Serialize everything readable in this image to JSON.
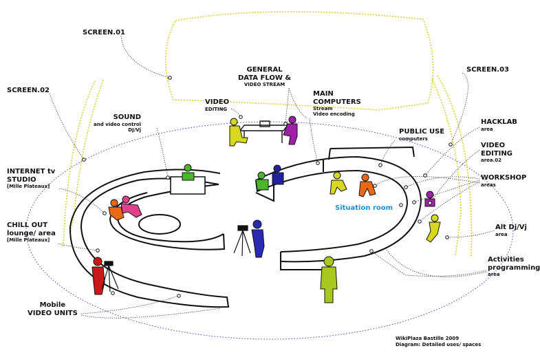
{
  "labels": {
    "screen01": "SCREEN.01",
    "screen02": "SCREEN.02",
    "screen03": "SCREEN.03",
    "general_data_flow": [
      "GENERAL",
      "DATA FLOW &"
    ],
    "general_data_flow_sub": "VIDEO STREAM",
    "main_computers": [
      "MAIN",
      "COMPUTERS"
    ],
    "main_computers_sub": [
      "Stream",
      "Video encoding"
    ],
    "video_editing": "VIDEO",
    "video_editing_sub": "EDITING",
    "sound": "SOUND",
    "sound_sub": [
      "and  video control",
      "DJ/Vj"
    ],
    "public_use": "PUBLIC USE",
    "public_use_sub": "computers",
    "hacklab": "HACKLAB",
    "hacklab_sub": "area",
    "video_editing2": [
      "VIDEO",
      "EDITING"
    ],
    "video_editing2_sub": "area.02",
    "workshop": "WORKSHOP",
    "workshop_sub": "areas",
    "internet_tv": [
      "INTERNET tv",
      "STUDIO"
    ],
    "internet_tv_sub": "[Mille Plateaux]",
    "chill_out": [
      "CHILL OUT",
      "lounge/ area"
    ],
    "chill_out_sub": "[Mille Plateaux]",
    "alt_dj": "Alt Dj/Vj",
    "alt_dj_sub": "area",
    "activities": [
      "Activities",
      "programming"
    ],
    "activities_sub": "area",
    "mobile_video": [
      "Mobile",
      "VIDEO UNITS"
    ],
    "situation_room": "Situation room",
    "credit_title": "WikiPlaza Bastille 2009",
    "credit_sub": "Diagram: Detailed uses/ spaces"
  },
  "colors": {
    "screen_dots": "#d8d030",
    "floor_ellipse": "#3a44c8",
    "leader": "#444444",
    "situation_text": "#1e8fd8",
    "figure_yellow": "#d8d820",
    "figure_purple": "#a020a8",
    "figure_green": "#49b62c",
    "figure_blue": "#2222a0",
    "figure_orange": "#e86a18",
    "figure_red": "#c81818",
    "figure_pink": "#e0408c",
    "figure_lime": "#a8c820"
  }
}
